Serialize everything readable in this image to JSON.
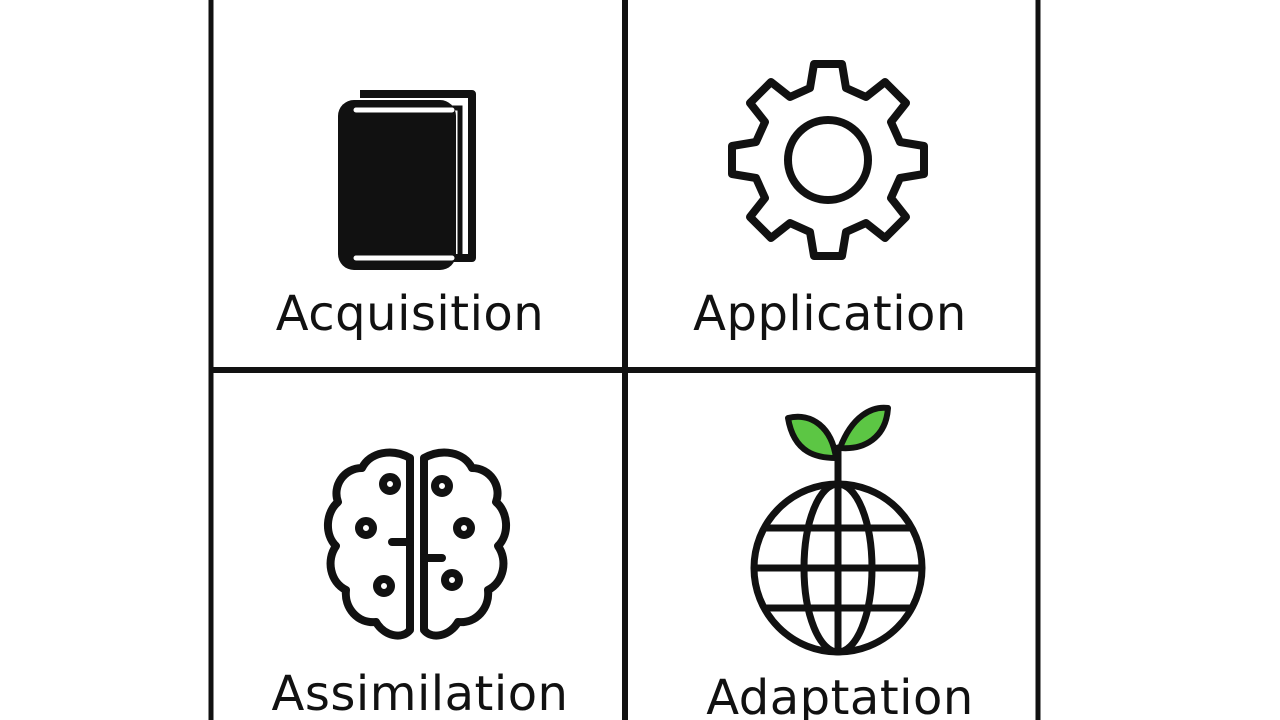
{
  "quadrants": [
    {
      "label": "Acquisition",
      "icon": "book-icon"
    },
    {
      "label": "Application",
      "icon": "gear-icon"
    },
    {
      "label": "Assimilation",
      "icon": "brain-icon"
    },
    {
      "label": "Adaptation",
      "icon": "globe-sprout-icon"
    }
  ],
  "colors": {
    "line": "#111111",
    "background": "#ffffff",
    "leaf": "#5cc644"
  }
}
